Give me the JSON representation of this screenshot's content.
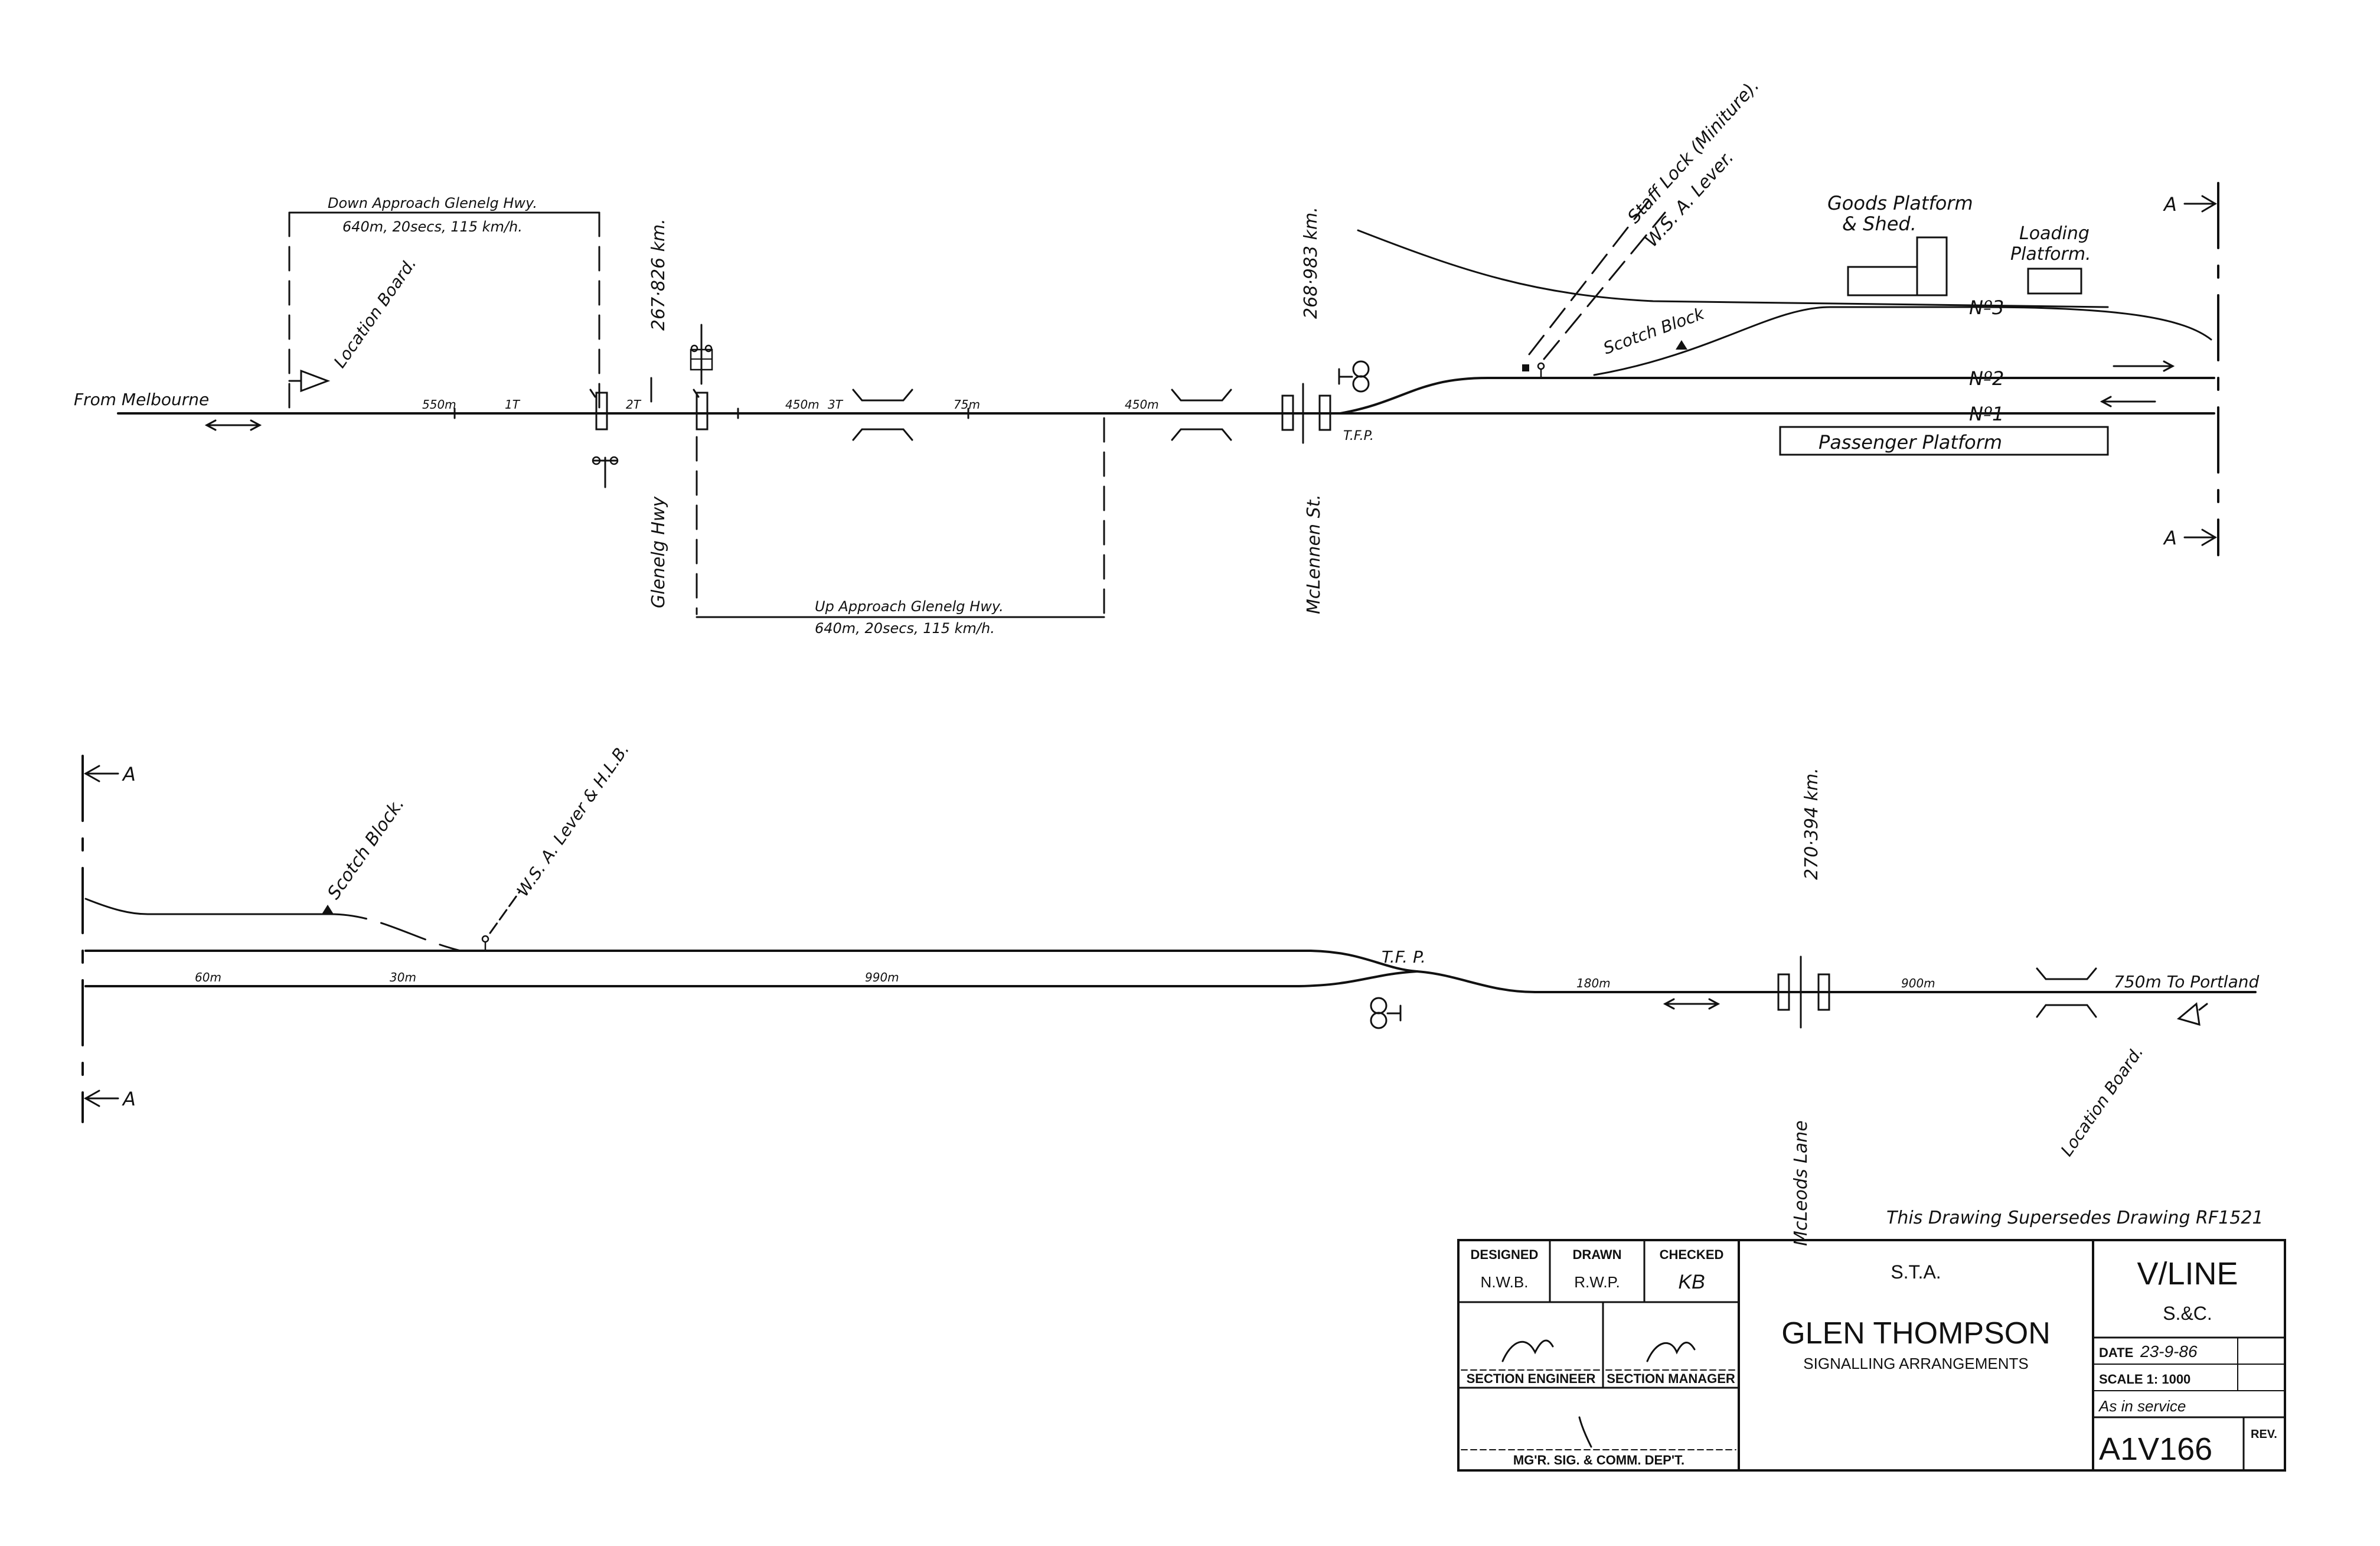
{
  "upper": {
    "from_melbourne": "From Melbourne",
    "down_approach_title": "Down Approach Glenelg Hwy.",
    "down_approach_detail": "640m, 20secs, 115 km/h.",
    "up_approach_title": "Up Approach Glenelg Hwy.",
    "up_approach_detail": "640m, 20secs, 115 km/h.",
    "location_board": "Location Board.",
    "km_267": "267·826 km.",
    "km_268": "268·983 km.",
    "glenelg_hwy": "Glenelg Hwy",
    "mclennen_st": "McLennen St.",
    "dist_550": "550m",
    "t_1t": "1T",
    "t_2t": "2T",
    "dist_450_a": "450m",
    "t_3t": "3T",
    "dist_75": "75m",
    "dist_450_b": "450m",
    "tfp": "T.F.P.",
    "staff_lock": "Staff Lock (Miniture).",
    "wsa_lever": "W.S. A. Lever.",
    "scotch_block": "Scotch Block",
    "goods_platform": "Goods Platform",
    "and_shed": "& Shed.",
    "loading": "Loading",
    "platform": "Platform.",
    "no3": "Nº3",
    "no2": "Nº2",
    "no1": "Nº1",
    "passenger_platform": "Passenger Platform",
    "match_a_top": "A",
    "match_a_bottom": "A"
  },
  "lower": {
    "match_a_top": "A",
    "match_a_bottom": "A",
    "scotch_block": "Scotch Block.",
    "wsa_lever_hlb": "W.S. A. Lever & H.L.B.",
    "dist_60": "60m",
    "dist_30": "30m",
    "dist_990": "990m",
    "tfp": "T.F. P.",
    "dist_180": "180m",
    "km_270": "270·394 km.",
    "dist_900": "900m",
    "to_portland": "750m To Portland",
    "location_board": "Location Board.",
    "mcleods_lane": "McLeods Lane"
  },
  "supersedes_note": "This Drawing Supersedes Drawing RF1521",
  "title_block": {
    "designed_label": "DESIGNED",
    "designed_value": "N.W.B.",
    "drawn_label": "DRAWN",
    "drawn_value": "R.W.P.",
    "checked_label": "CHECKED",
    "checked_value": "KB",
    "section_engineer": "SECTION ENGINEER",
    "section_manager": "SECTION MANAGER",
    "mgr_dept": "MG'R. SIG. & COMM. DEP'T.",
    "org": "S.T.A.",
    "station": "GLEN THOMPSON",
    "subtitle": "SIGNALLING ARRANGEMENTS",
    "company": "V/LINE",
    "dept": "S.&C.",
    "date_label": "DATE",
    "date_value": "23-9-86",
    "scale": "SCALE 1: 1000",
    "status": "As in service",
    "drawing_no": "A1V166",
    "rev_label": "REV."
  }
}
